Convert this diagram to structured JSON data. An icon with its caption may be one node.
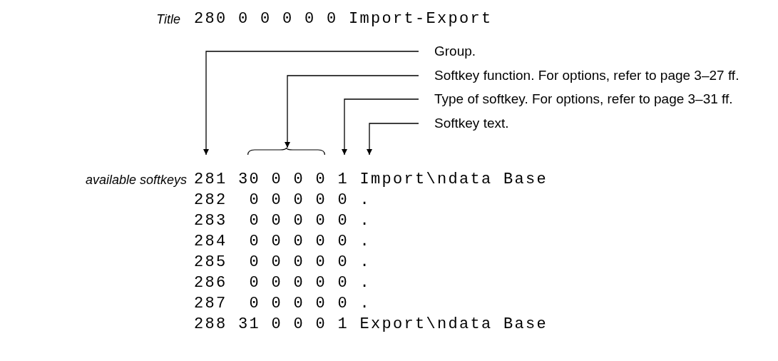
{
  "diagram": {
    "nodes": [
      {
        "text": [
          "Group."
        ]
      },
      {
        "text": [
          "Softkey function. For options, refer to page 3–27 ff."
        ]
      },
      {
        "text": [
          "Type of softkey. For options, refer to page 3–31 ff."
        ]
      },
      {
        "text": [
          "Softkey text."
        ]
      },
      {
        "text": [],
        "shape": "brace"
      },
      {
        "text": [
          "281 30 0 0 0 1 Import\\ndata Base"
        ]
      }
    ],
    "edges": [
      {
        "from": 0,
        "to": 5,
        "arrow": "to"
      },
      {
        "from": 1,
        "to": 4,
        "arrow": "to"
      },
      {
        "from": 2,
        "to": 5,
        "arrow": "to"
      },
      {
        "from": 3,
        "to": 5,
        "arrow": "to"
      }
    ],
    "labels": [
      "Title",
      "280 0 0 0 0 0 Import-Export",
      "available softkeys",
      "282  0 0 0 0 0 .",
      "283  0 0 0 0 0 .",
      "284  0 0 0 0 0 .",
      "285  0 0 0 0 0 .",
      "286  0 0 0 0 0 .",
      "287  0 0 0 0 0 .",
      "288 31 0 0 0 1 Export\\ndata Base"
    ]
  }
}
